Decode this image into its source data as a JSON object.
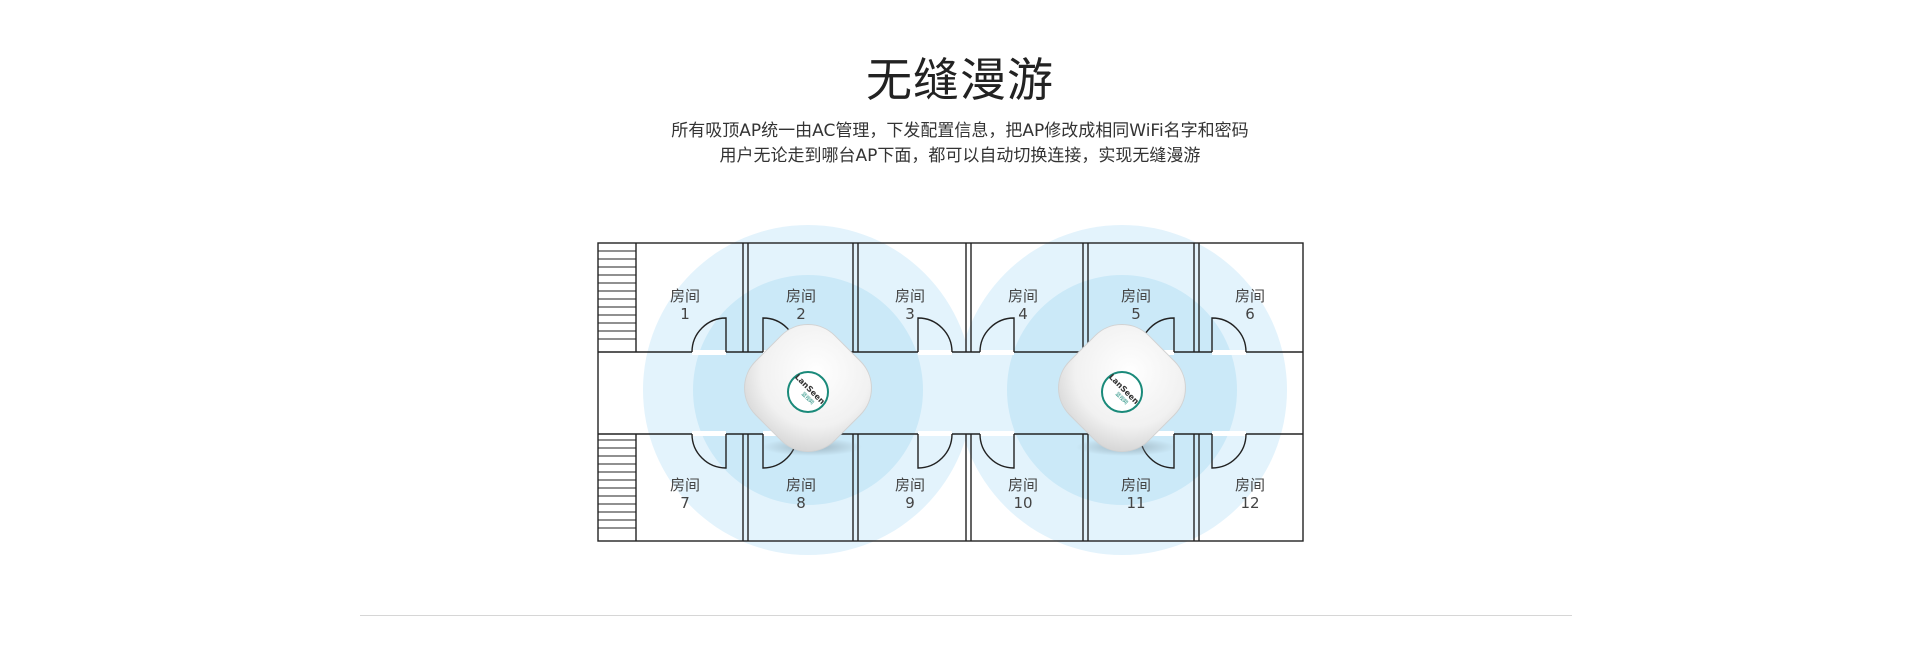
{
  "title": "无缝漫游",
  "subtitle": [
    "所有吸顶AP统一由AC管理，下发配置信息，把AP修改成相同WiFi名字和密码",
    "用户无论走到哪台AP下面，都可以自动切换连接，实现无缝漫游"
  ],
  "rooms": [
    {
      "word": "房间",
      "num": "1"
    },
    {
      "word": "房间",
      "num": "2"
    },
    {
      "word": "房间",
      "num": "3"
    },
    {
      "word": "房间",
      "num": "4"
    },
    {
      "word": "房间",
      "num": "5"
    },
    {
      "word": "房间",
      "num": "6"
    },
    {
      "word": "房间",
      "num": "7"
    },
    {
      "word": "房间",
      "num": "8"
    },
    {
      "word": "房间",
      "num": "9"
    },
    {
      "word": "房间",
      "num": "10"
    },
    {
      "word": "房间",
      "num": "11"
    },
    {
      "word": "房间",
      "num": "12"
    }
  ],
  "ap_devices": [
    {
      "brand": "LanSeen",
      "sub": "蓝视网"
    },
    {
      "brand": "LanSeen",
      "sub": "蓝视网"
    }
  ],
  "colors": {
    "coverage_outer": "#e3f3fc",
    "coverage_inner": "#cbe9f8",
    "wall": "#222222",
    "device_ring": "#1a8a7a"
  }
}
